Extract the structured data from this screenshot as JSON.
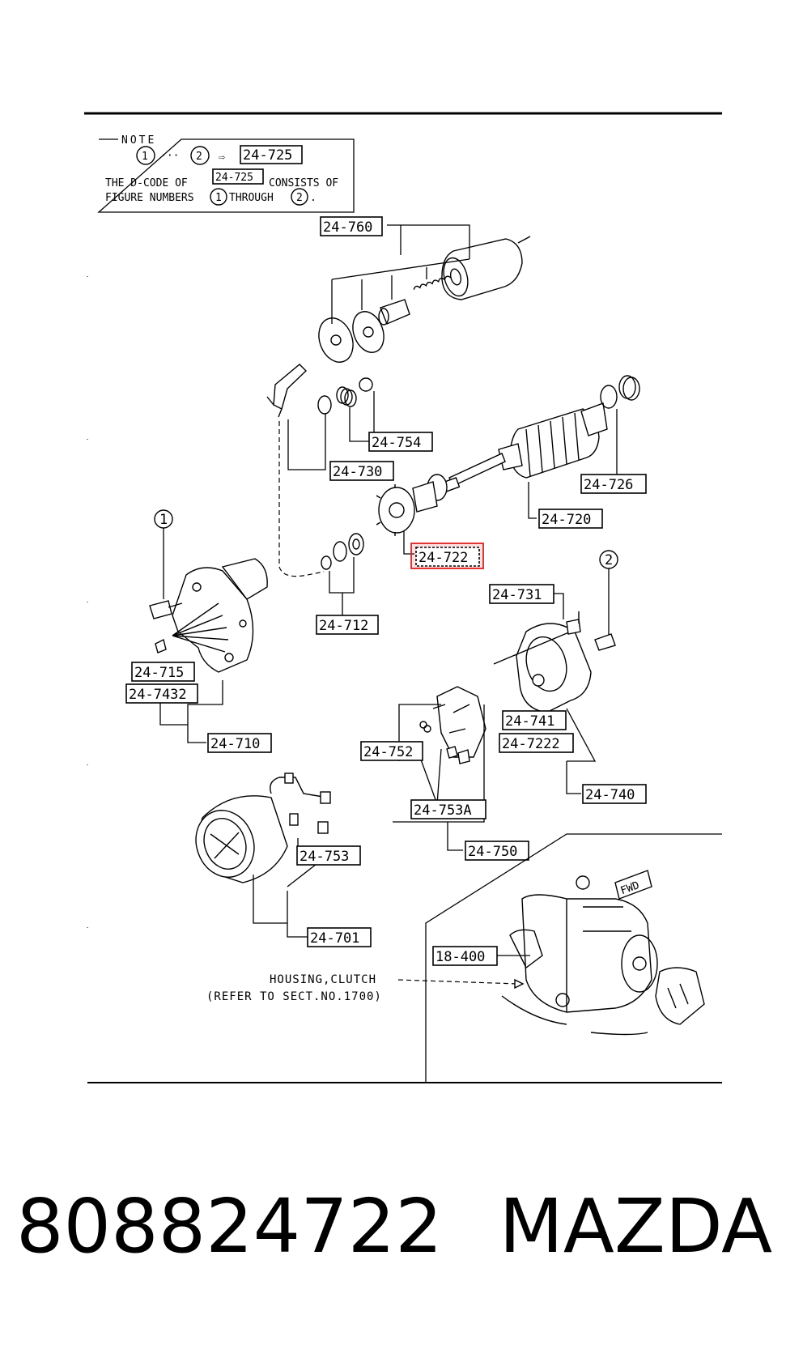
{
  "note": {
    "title": "NOTE",
    "circle_one": "1",
    "circle_two": "2",
    "ellipsis": "···",
    "arrow": "⇨",
    "dcode_box": "24-725",
    "line1_prefix": "THE D-CODE OF",
    "line1_box": "24-725",
    "line1_suffix": "CONSISTS OF",
    "line2_prefix": "FIGURE NUMBERS",
    "line2_middle": "THROUGH",
    "line2_end": "."
  },
  "labels": {
    "l_24_760": "24-760",
    "l_24_754": "24-754",
    "l_24_730": "24-730",
    "l_24_726": "24-726",
    "l_24_720": "24-720",
    "l_24_722": "24-722",
    "l_24_712": "24-712",
    "l_24_731": "24-731",
    "l_24_715": "24-715",
    "l_24_7432": "24-7432",
    "l_24_710": "24-710",
    "l_24_741": "24-741",
    "l_24_7222": "24-7222",
    "l_24_752": "24-752",
    "l_24_740": "24-740",
    "l_24_753A": "24-753A",
    "l_24_750": "24-750",
    "l_24_753": "24-753",
    "l_24_701": "24-701",
    "l_18_400": "18-400"
  },
  "callouts": {
    "c1": "1",
    "c2": "2",
    "fwd": "FWD"
  },
  "housing_ref": {
    "line1": "HOUSING,CLUTCH",
    "line2": "(REFER TO SECT.NO.1700)"
  },
  "highlighted_part": "24-722",
  "highlight_color": "#e02020",
  "footer": {
    "part_number": "808824722",
    "brand": "MAZDA"
  }
}
